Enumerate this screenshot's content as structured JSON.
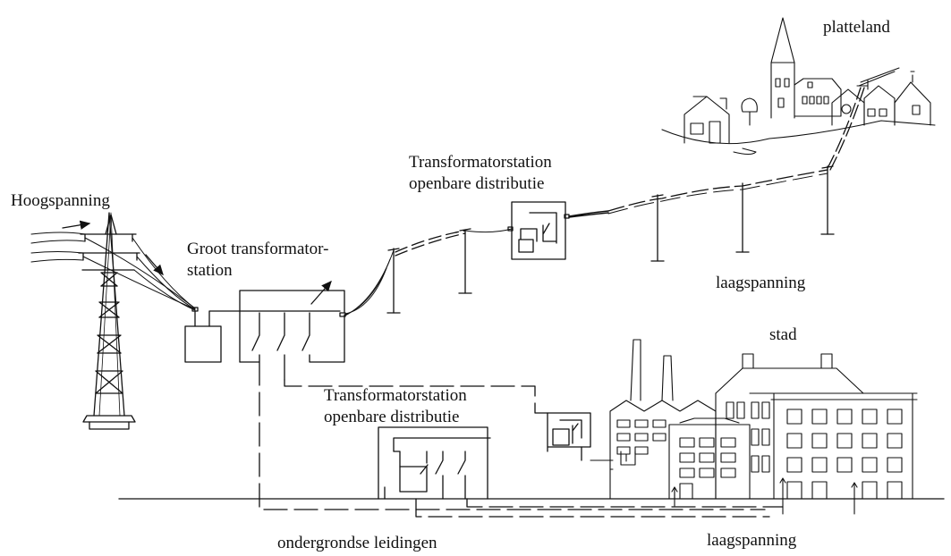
{
  "labels": {
    "high_voltage": "Hoogspanning",
    "big_station_line1": "Groot transformator-",
    "big_station_line2": "station",
    "station_public_top_line1": "Transformatorstation",
    "station_public_top_line2": "openbare distributie",
    "countryside": "platteland",
    "low_voltage_top": "laagspanning",
    "city": "stad",
    "station_public_bottom_line1": "Transformatorstation",
    "station_public_bottom_line2": "openbare distributie",
    "underground_cables": "ondergrondse leidingen",
    "low_voltage_bottom": "laagspanning"
  },
  "colors": {
    "line": "#111111",
    "background": "#ffffff"
  }
}
